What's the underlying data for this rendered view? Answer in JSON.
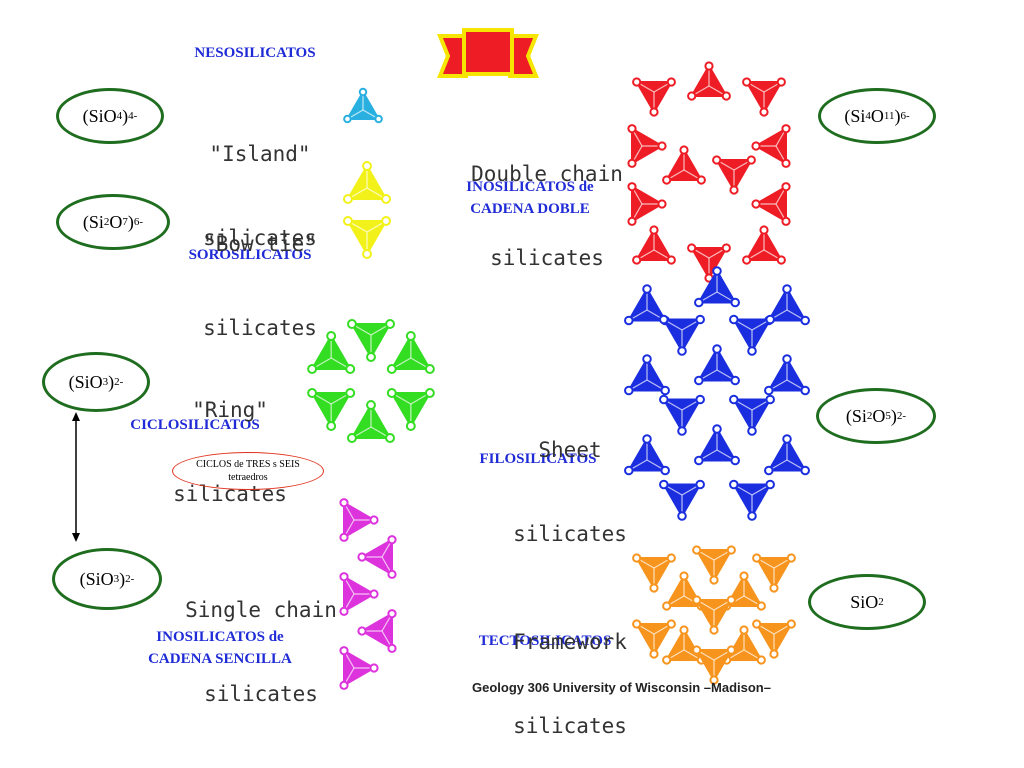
{
  "labels": {
    "nesosilicatos": "NESOSILICATOS",
    "sorosilicatos": "SOROSILICATOS",
    "ciclosilicatos": "CICLOSILICATOS",
    "inosilicatos_sencilla_1": "INOSILICATOS de",
    "inosilicatos_sencilla_2": "CADENA SENCILLA",
    "inosilicatos_doble_1": "INOSILICATOS de",
    "inosilicatos_doble_2": "CADENA DOBLE",
    "filosilicatos": "FILOSILICATOS",
    "tectosilicatos": "TECTOSILICATOS"
  },
  "titles": {
    "island_1": "\"Island\"",
    "island_2": "silicates",
    "bowtie_1": "\"Bow tie\"",
    "bowtie_2": "silicates",
    "ring_1": "\"Ring\"",
    "ring_2": "silicates",
    "single_1": "Single chain",
    "single_2": "silicates",
    "double_1": "Double chain",
    "double_2": "silicates",
    "sheet_1": "Sheet",
    "sheet_2": "silicates",
    "framework_1": "Framework",
    "framework_2": "silicates"
  },
  "formulas": {
    "sio4": {
      "open": "(SiO",
      "sub": "4",
      "close": ")",
      "sup": "4-"
    },
    "si2o7": {
      "open": "(Si",
      "sub1": "2",
      "mid": "O",
      "sub2": "7",
      "close": ")",
      "sup": "6-"
    },
    "sio3_ring": {
      "open": "(SiO",
      "sub": "3",
      "close": ")",
      "sup": "2-"
    },
    "sio3_chain": {
      "open": "(SiO",
      "sub": "3",
      "close": ")",
      "sup": "2-"
    },
    "si4o11": {
      "open": "(Si",
      "sub1": "4",
      "mid": "O",
      "sub2": "11",
      "close": ")",
      "sup": "6-"
    },
    "si2o5": {
      "open": "(Si",
      "sub1": "2",
      "mid": "O",
      "sub2": "5",
      "close": ")",
      "sup": "2-"
    },
    "sio2": {
      "open": "SiO",
      "sub": "2"
    }
  },
  "note": {
    "line1": "CICLOS de TRES s SEIS",
    "line2": "tetraedros"
  },
  "credit": "Geology 306 University of Wisconsin –Madison–",
  "colors": {
    "island": "#2ab0e0",
    "bowtie": "#f2f21a",
    "ring": "#33dd22",
    "single": "#dd33dd",
    "double": "#ee1c24",
    "sheet": "#1a2ee0",
    "framework": "#f7941d",
    "ellipse_border": "#1f6d1f",
    "label_blue": "#1f2bd6"
  }
}
